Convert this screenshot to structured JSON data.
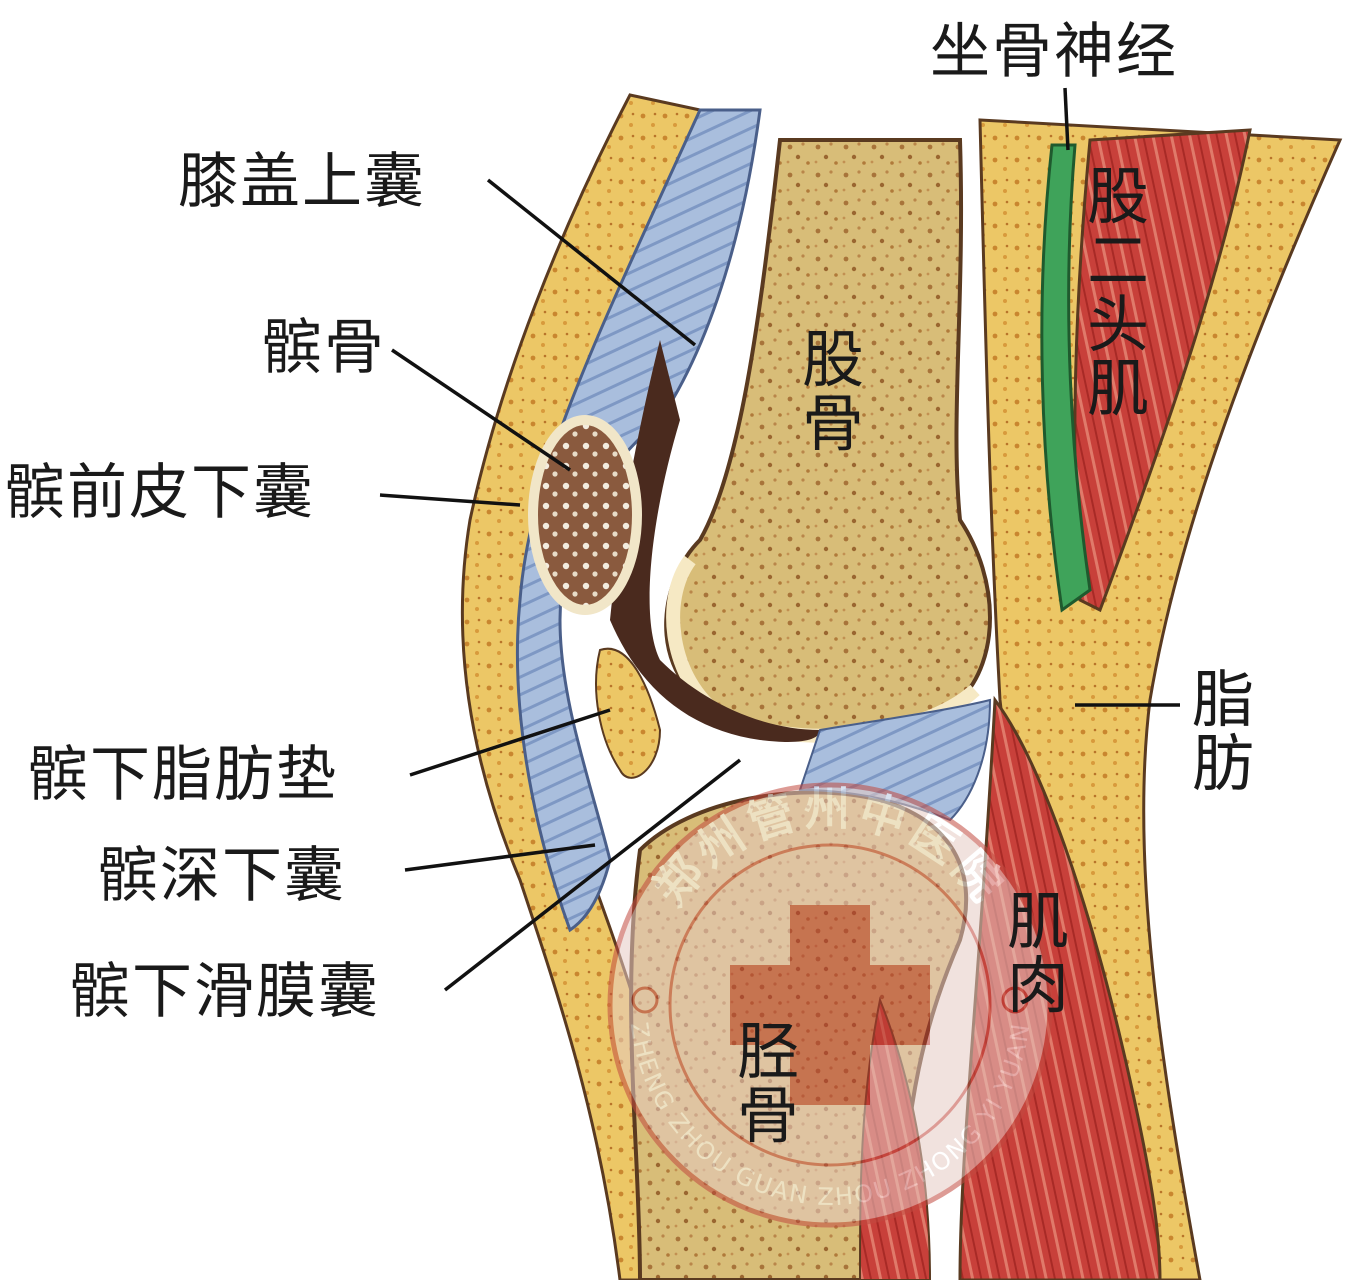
{
  "labels": {
    "sciatic_nerve": "坐骨神经",
    "suprapatellar_bursa": "膝盖上囊",
    "patella": "髌骨",
    "prepatellar_subcutaneous_bursa": "髌前皮下囊",
    "infrapatellar_fat_pad": "髌下脂肪垫",
    "deep_infrapatellar_bursa": "髌深下囊",
    "infrapatellar_synovial_bursa": "髌下滑膜囊",
    "femur": "股骨",
    "biceps_femoris": "股二头肌",
    "fat": "脂肪",
    "muscle": "肌肉",
    "tibia": "胫骨"
  },
  "watermark": {
    "chinese": "郑州管州中医院",
    "pinyin": "ZHENG ZHOU GUAN ZHOU ZHONG YI YUAN"
  },
  "colors": {
    "bone": "#d9bf7a",
    "marrow_dots": "#b07a3a",
    "fat": "#e8c66a",
    "muscle": "#c93a36",
    "nerve": "#3fa35a",
    "synovium": "#9fb6d8",
    "dark_space": "#4a2a1e",
    "watermark": "#b83a30"
  }
}
